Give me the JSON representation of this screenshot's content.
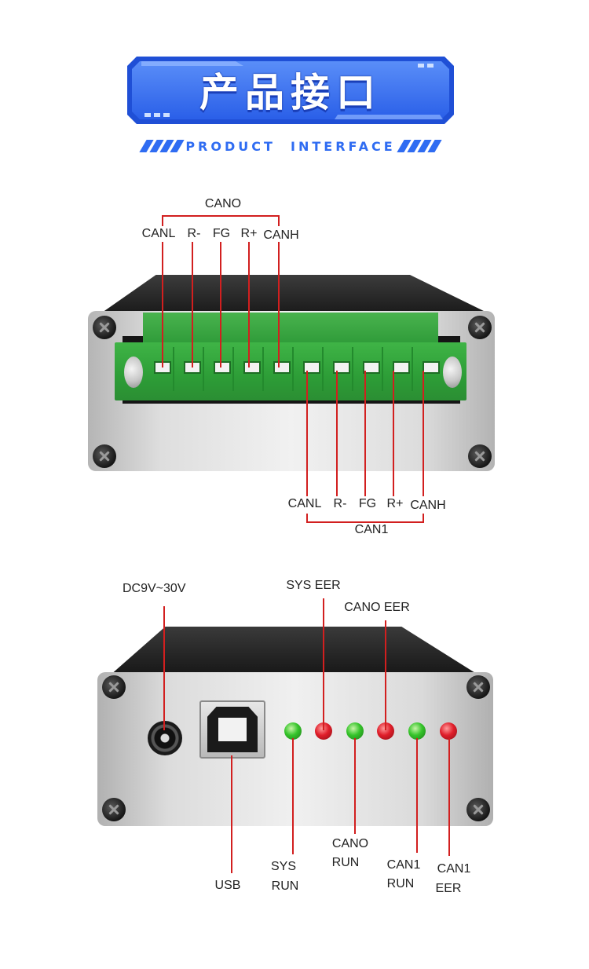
{
  "header": {
    "title_cn": "产品接口",
    "subtitle": "PRODUCT  INTERFACE"
  },
  "can_interface": {
    "top_group_label": "CANO",
    "top_pins": [
      "CANL",
      "R-",
      "FG",
      "R+",
      "CANH"
    ],
    "bottom_group_label": "CAN1",
    "bottom_pins": [
      "CANL",
      "R-",
      "FG",
      "R+",
      "CANH"
    ]
  },
  "front_panel": {
    "power_label": "DC9V~30V",
    "usb_label": "USB",
    "sys_eer_label": "SYS EER",
    "can0_eer_label": "CANO EER",
    "sys_run_label": [
      "SYS",
      "RUN"
    ],
    "can0_run_label": [
      "CANO",
      "RUN"
    ],
    "can1_run_label": [
      "CAN1",
      "RUN"
    ],
    "can1_eer_label": [
      "CAN1",
      "EER"
    ]
  },
  "colors": {
    "banner_blue": "#2f6cf2",
    "terminal_green": "#35a63d",
    "leader_red": "#d21f1f",
    "led_green": "#35c42a",
    "led_red": "#e01e2a"
  },
  "icons": [
    "screw-icon",
    "dc-jack-icon",
    "usb-b-port-icon",
    "led-indicator-icon"
  ]
}
